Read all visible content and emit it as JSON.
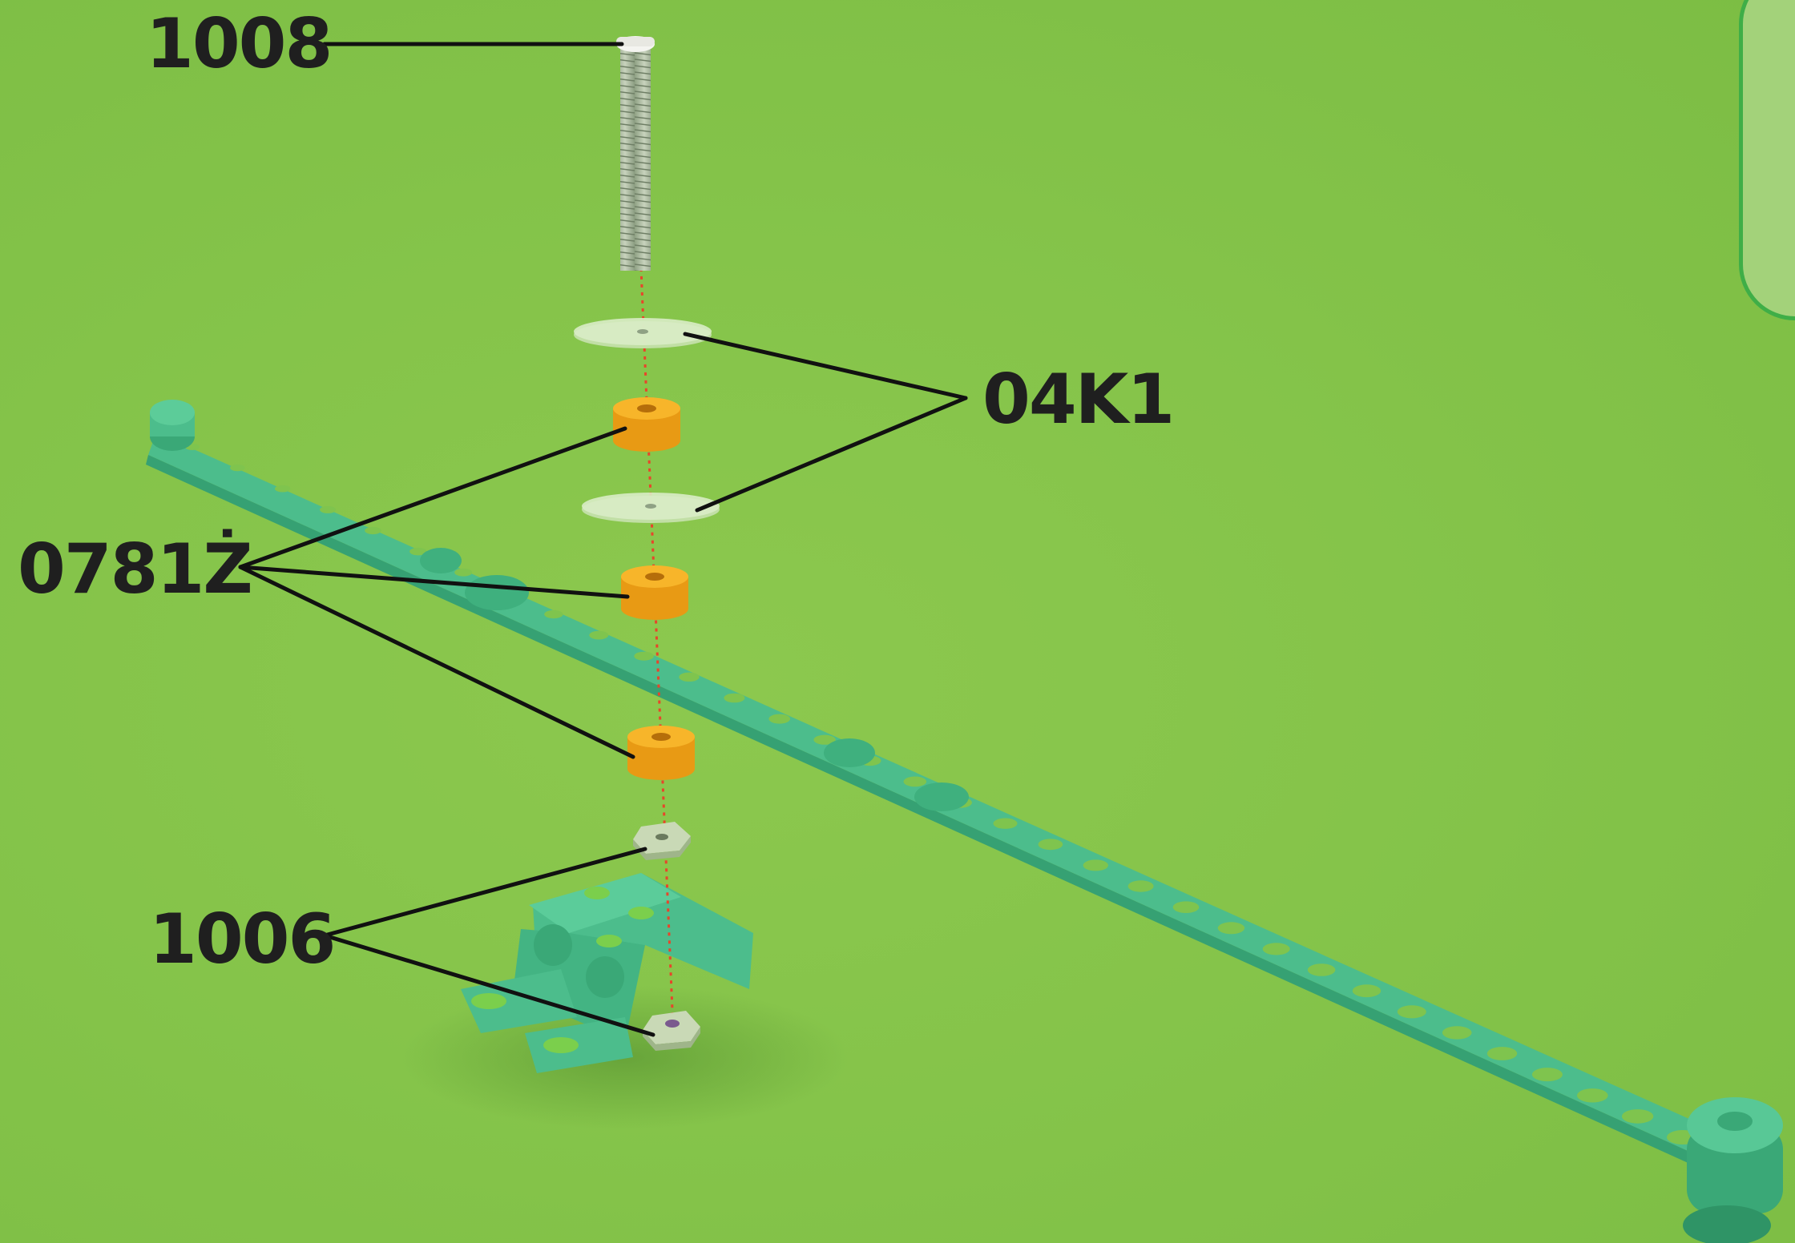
{
  "labels": {
    "bolt": "1008",
    "washer": "04K1",
    "spacer": "0781Ż",
    "nut": "1006"
  },
  "colors": {
    "background": "#85c44a",
    "part_green": "#4dc08e",
    "spacer_orange": "#f0a81e",
    "leader_line": "#111111",
    "guide_line": "#e8452a",
    "panel_border": "#3fae47"
  }
}
